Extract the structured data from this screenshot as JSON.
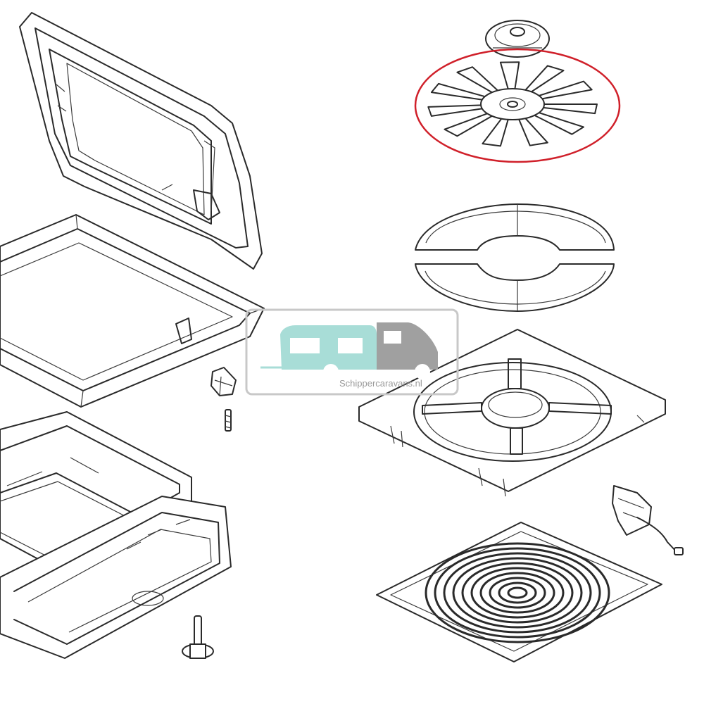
{
  "diagram": {
    "highlight_color": "#d0202a",
    "line_color": "#2a2a2a",
    "parts": [
      {
        "id": "cover-lid"
      },
      {
        "id": "upper-frame"
      },
      {
        "id": "inner-frame"
      },
      {
        "id": "base-frame"
      },
      {
        "id": "clip"
      },
      {
        "id": "screw"
      },
      {
        "id": "pin"
      },
      {
        "id": "motor"
      },
      {
        "id": "fan-blade",
        "highlighted": true
      },
      {
        "id": "ring-guard"
      },
      {
        "id": "fan-housing"
      },
      {
        "id": "control-module"
      },
      {
        "id": "grille"
      }
    ]
  },
  "watermark": {
    "text": "Schippercaravans.nl",
    "caravan_color": "#a8ddd7",
    "camper_color": "#a0a0a0",
    "frame_color": "#c8c8c8"
  }
}
